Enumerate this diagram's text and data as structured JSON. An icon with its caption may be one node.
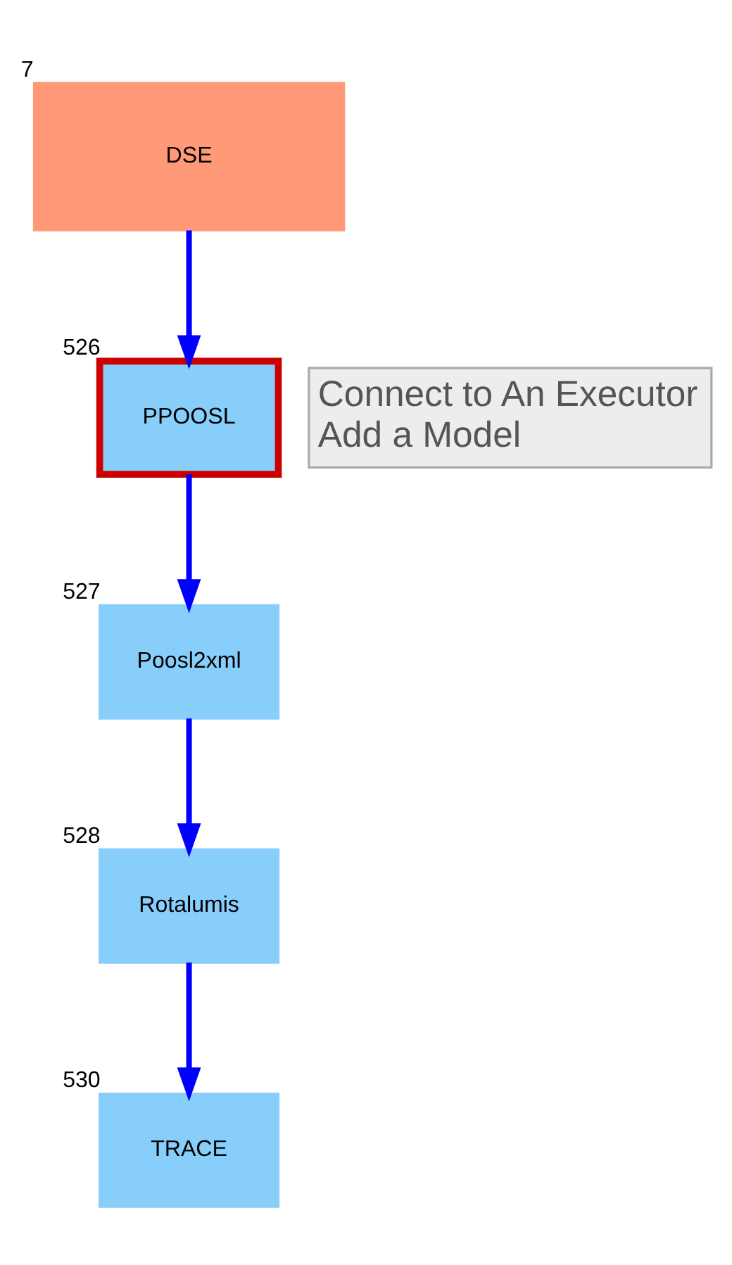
{
  "diagram": {
    "nodes": [
      {
        "text": [
          "DSE"
        ],
        "beside": [
          "7"
        ]
      },
      {
        "text": [
          "PPOOSL"
        ],
        "beside": [
          "526"
        ]
      },
      {
        "text": [
          "Connect to An Executor",
          "Add a Model"
        ]
      },
      {
        "text": [
          "Poosl2xml"
        ],
        "beside": [
          "527"
        ]
      },
      {
        "text": [
          "Rotalumis"
        ],
        "beside": [
          "528"
        ]
      },
      {
        "text": [
          "TRACE"
        ],
        "beside": [
          "530"
        ]
      }
    ],
    "edges": [
      {
        "from": 0,
        "to": 1,
        "arrow": "to"
      },
      {
        "from": 1,
        "to": 3,
        "arrow": "to"
      },
      {
        "from": 3,
        "to": 4,
        "arrow": "to"
      },
      {
        "from": 4,
        "to": 5,
        "arrow": "to"
      }
    ]
  }
}
